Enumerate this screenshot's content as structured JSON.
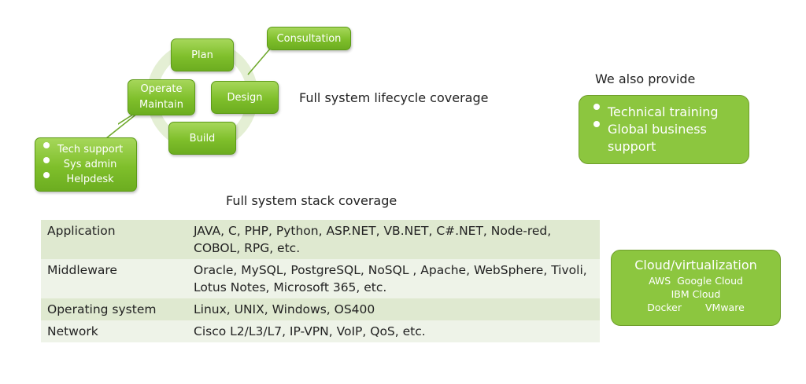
{
  "lifecycle": {
    "nodes": {
      "plan": "Plan",
      "design": "Design",
      "build": "Build",
      "operate_line1": "Operate",
      "operate_line2": "Maintain"
    },
    "consultation": "Consultation",
    "support_items": [
      "Tech support",
      "Sys admin",
      "Helpdesk"
    ],
    "caption": "Full system lifecycle coverage"
  },
  "also": {
    "heading": "We also provide",
    "items": [
      "Technical training",
      "Global business support"
    ]
  },
  "stack": {
    "heading": "Full system stack coverage",
    "rows": [
      {
        "category": "Application",
        "items": "JAVA, C, PHP, Python, ASP.NET, VB.NET, C#.NET, Node-red, COBOL, RPG, etc."
      },
      {
        "category": "Middleware",
        "items": "Oracle, MySQL, PostgreSQL, NoSQL , Apache, WebSphere, Tivoli, Lotus Notes, Microsoft 365, etc."
      },
      {
        "category": "Operating system",
        "items": "Linux, UNIX, Windows, OS400"
      },
      {
        "category": "Network",
        "items": "Cisco L2/L3/L7, IP-VPN, VoIP, QoS, etc."
      }
    ]
  },
  "cloud": {
    "title": "Cloud/virtualization",
    "line1": "AWS  Google Cloud",
    "line2": "IBM Cloud",
    "line3a": "Docker",
    "line3b": "VMware"
  },
  "colors": {
    "green": "#8cc63f",
    "green_dark": "#6cad20",
    "row_light": "#eef3e8",
    "row_dark": "#dfe9d0"
  }
}
